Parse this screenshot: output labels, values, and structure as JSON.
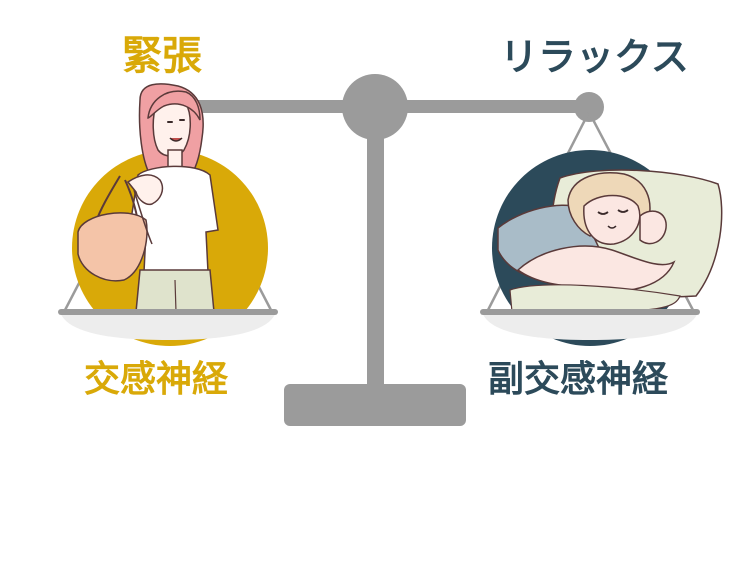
{
  "labels": {
    "left_top": "緊張",
    "right_top": "リラックス",
    "left_bottom": "交感神経",
    "right_bottom": "副交感神経"
  },
  "colors": {
    "tension": "#d9a908",
    "relax": "#2c4a5a",
    "scale": "#9b9b9b",
    "pan": "#ededed"
  }
}
